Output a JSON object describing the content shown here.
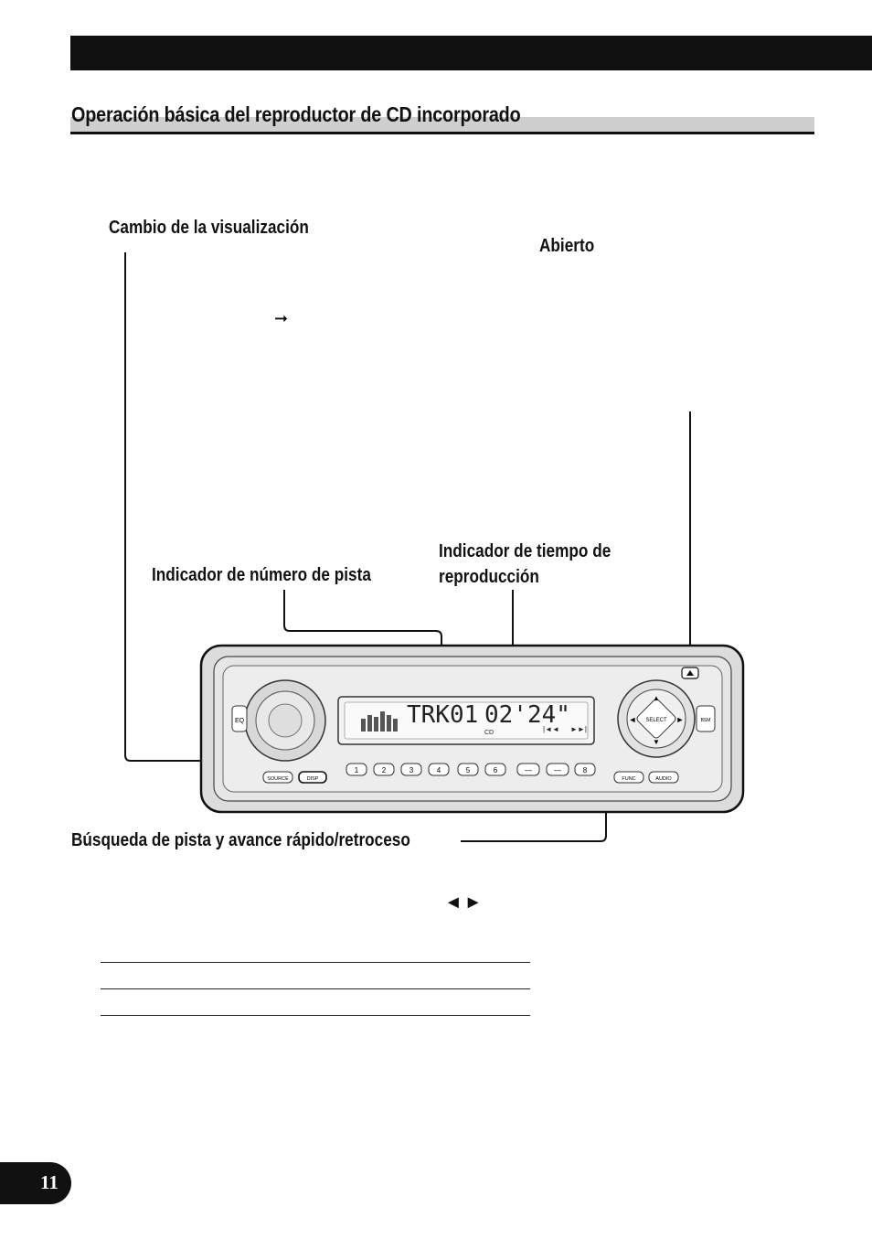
{
  "section_title": "Operación básica del reproductor de CD incorporado",
  "labels": {
    "display_change": "Cambio de la visualización",
    "open": "Abierto",
    "track_number_indicator": "Indicador de número de pista",
    "play_time_indicator_line1": "Indicador de tiempo de",
    "play_time_indicator_line2": "reproducción",
    "track_search": "Búsqueda de pista y avance rápido/retroceso"
  },
  "arrow_symbol": "➞",
  "left_right_arrows": "◄►",
  "page_number": "11",
  "radio": {
    "lcd_track": "TRK01",
    "lcd_time": "02'24\"",
    "lcd_source": "CD",
    "lcd_prev": "|◄◄",
    "lcd_next": "►►|",
    "eq_button": "EQ",
    "source_button": "SOURCE",
    "disp_button": "DISP",
    "presets": [
      "1",
      "2",
      "3",
      "4",
      "5",
      "6",
      "—",
      "—",
      "8"
    ],
    "func_button": "FUNC",
    "audio_button": "AUDIO",
    "select_button": "SELECT",
    "up_symbol": "▲",
    "down_symbol": "▼",
    "left_symbol": "◄",
    "right_symbol": "►",
    "bsm_button": "BSM",
    "open_icon": "eject-icon"
  }
}
